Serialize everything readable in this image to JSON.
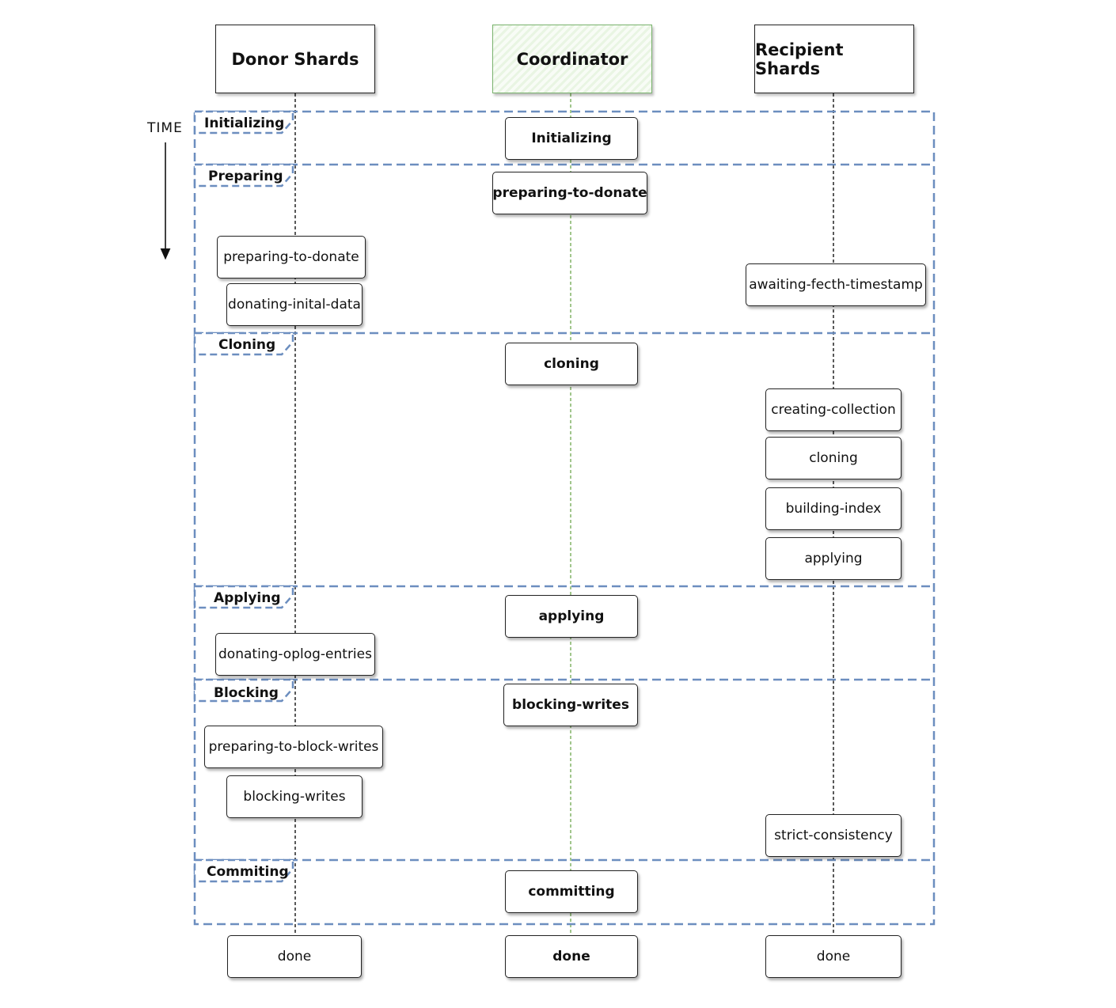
{
  "columns": {
    "donor": "Donor Shards",
    "coordinator": "Coordinator",
    "recipient": "Recipient Shards"
  },
  "time_label": "TIME",
  "phases": {
    "initializing": "Initializing",
    "preparing": "Preparing",
    "cloning": "Cloning",
    "applying": "Applying",
    "blocking": "Blocking",
    "commiting": "Commiting"
  },
  "coordinator_states": {
    "initializing": "Initializing",
    "preparing": "preparing-to-donate",
    "cloning": "cloning",
    "applying": "applying",
    "blocking": "blocking-writes",
    "committing": "committing",
    "done": "done"
  },
  "donor_states": {
    "preparing_to_donate": "preparing-to-donate",
    "donating_initial_data": "donating-inital-data",
    "donating_oplog_entries": "donating-oplog-entries",
    "preparing_to_block_writes": "preparing-to-block-writes",
    "blocking_writes": "blocking-writes",
    "done": "done"
  },
  "recipient_states": {
    "awaiting_fetch_timestamp": "awaiting-fecth-timestamp",
    "creating_collection": "creating-collection",
    "cloning": "cloning",
    "building_index": "building-index",
    "applying": "applying",
    "strict_consistency": "strict-consistency",
    "done": "done"
  },
  "colors": {
    "phase_border": "#6c8ebf",
    "coordinator_border": "#7ab36e",
    "coordinator_lifeline": "#82b366",
    "lifeline": "#222222"
  }
}
